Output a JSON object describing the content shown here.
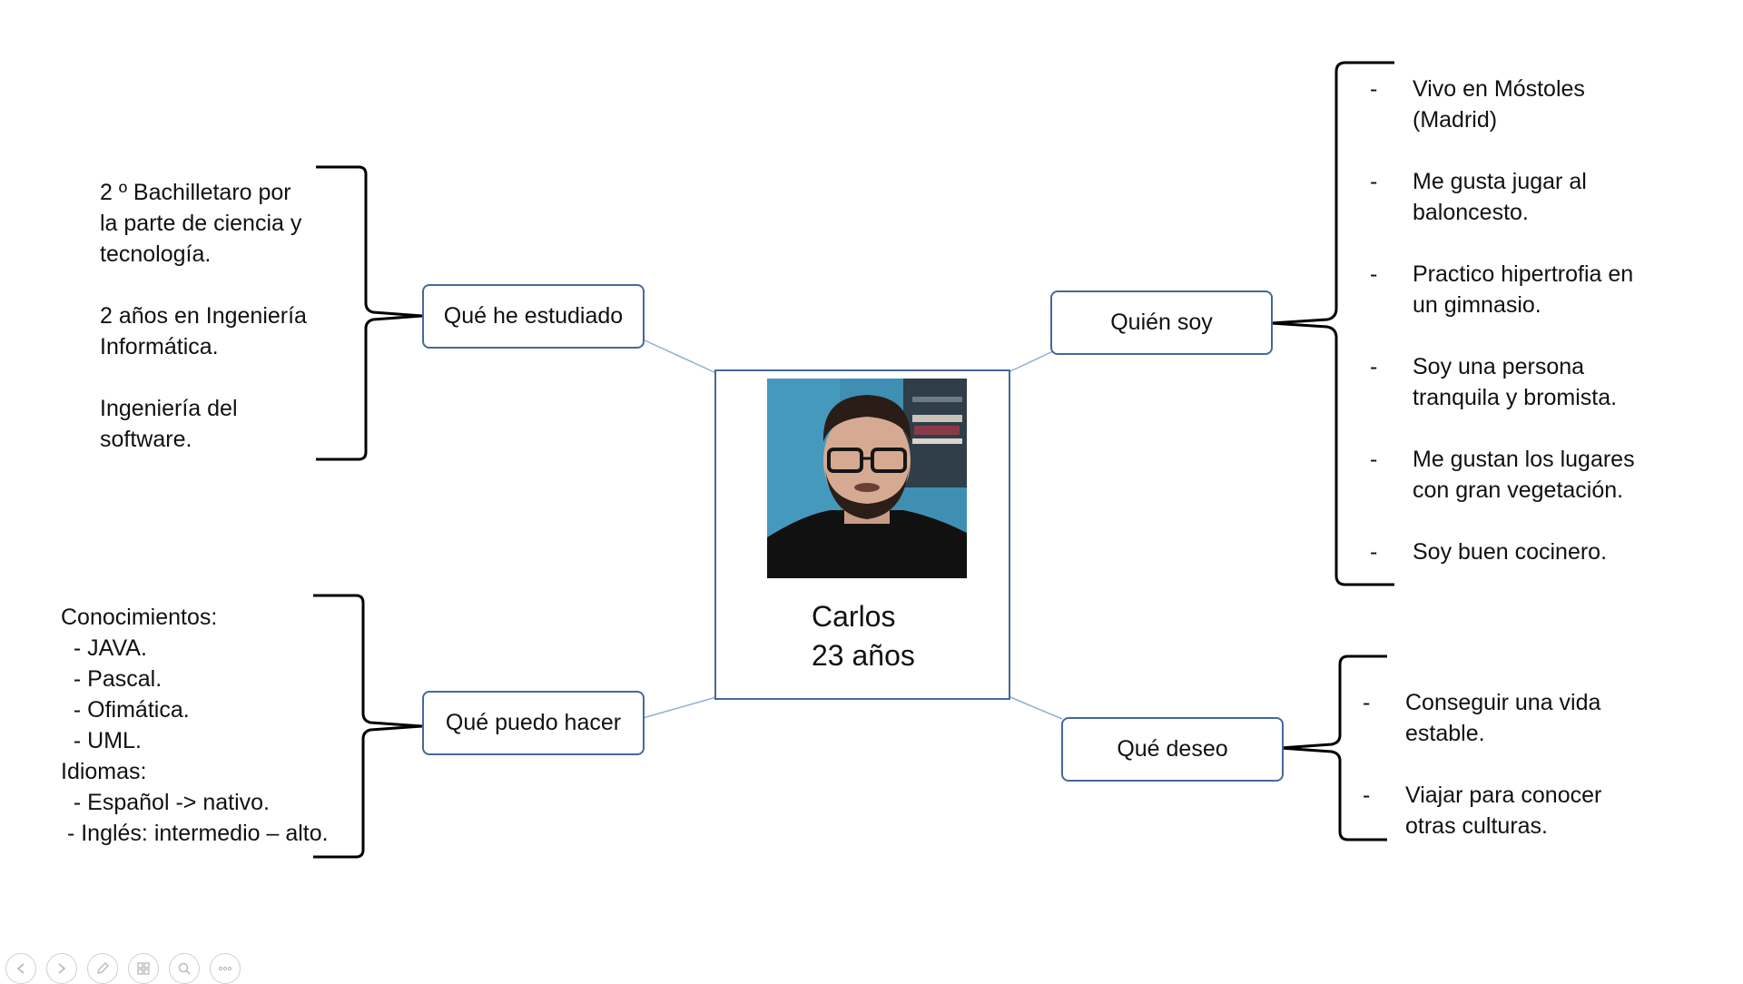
{
  "center": {
    "name": "Carlos",
    "age": "23 años"
  },
  "nodes": {
    "studied": "Qué he estudiado",
    "can_do": "Qué puedo hacer",
    "who": "Quién soy",
    "wish": "Qué deseo"
  },
  "studied_details": [
    [
      "2 º Bachilletaro por",
      "la parte de ciencia y",
      "tecnología."
    ],
    [
      "2 años en Ingeniería",
      "Informática."
    ],
    [
      "Ingeniería del",
      "software."
    ]
  ],
  "can_do_details": [
    "Conocimientos:",
    "  - JAVA.",
    "  - Pascal.",
    "  - Ofimática.",
    "  - UML.",
    "Idiomas:",
    "  - Español -> nativo.",
    " - Inglés: intermedio – alto."
  ],
  "who_details": [
    [
      "Vivo en Móstoles",
      "(Madrid)"
    ],
    [
      "Me gusta jugar al",
      "baloncesto."
    ],
    [
      "Practico hipertrofia en",
      "un gimnasio."
    ],
    [
      "Soy una persona",
      "tranquila y bromista."
    ],
    [
      "Me gustan los lugares",
      "con gran vegetación."
    ],
    [
      "Soy buen cocinero."
    ]
  ],
  "wish_details": [
    [
      "Conseguir una vida",
      "estable."
    ],
    [
      "Viajar para conocer",
      "otras culturas."
    ]
  ],
  "bullet_marker": "-",
  "colors": {
    "node_border": "#44699a",
    "connector": "#8fb0d4",
    "bracket": "#000000"
  },
  "slideshow_controls": [
    "previous-icon",
    "next-icon",
    "pen-icon",
    "slides-icon",
    "zoom-icon",
    "more-icon"
  ]
}
